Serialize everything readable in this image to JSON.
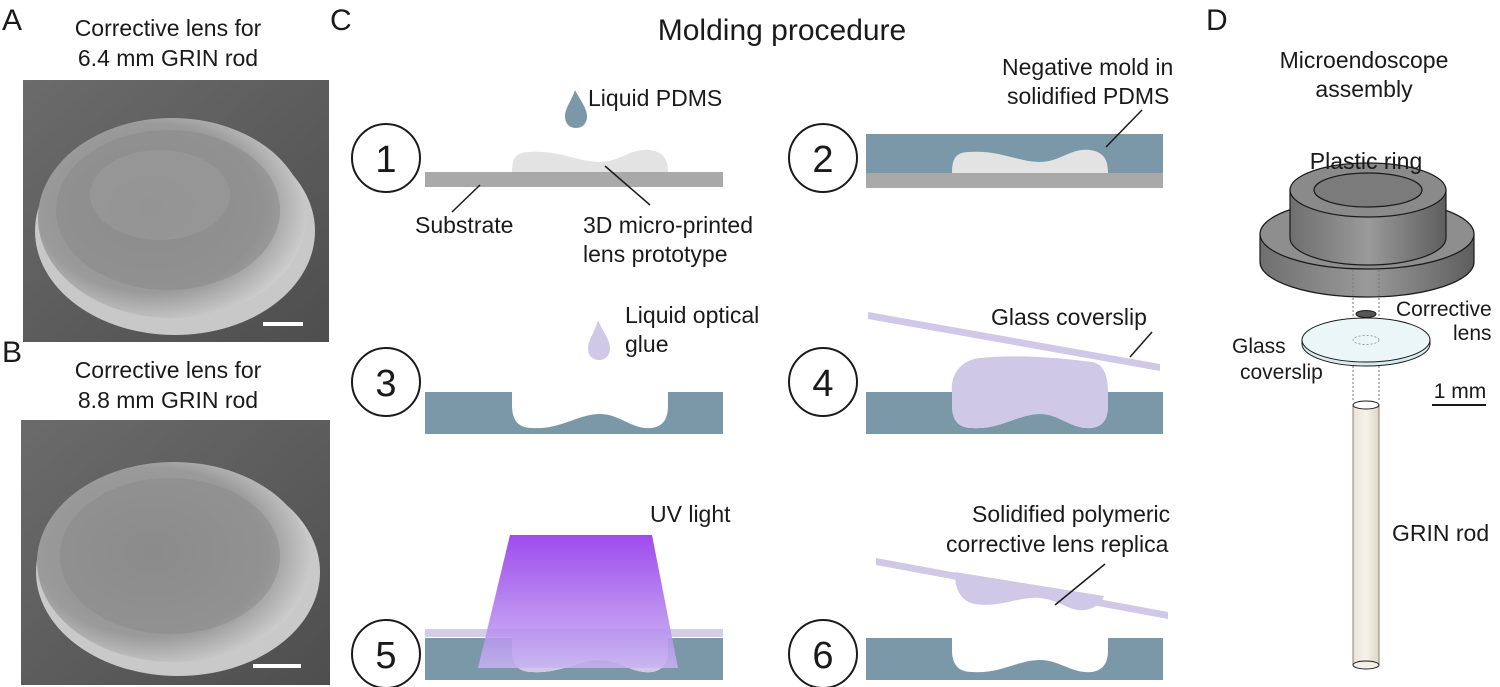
{
  "panels": {
    "a": {
      "letter": "A",
      "caption_line1": "Corrective lens for",
      "caption_line2": "6.4 mm GRIN rod"
    },
    "b": {
      "letter": "B",
      "caption_line1": "Corrective lens for",
      "caption_line2": "8.8 mm GRIN rod"
    },
    "c": {
      "letter": "C",
      "title": "Molding procedure",
      "steps": [
        {
          "number": "1",
          "labels": {
            "drop": "Liquid PDMS",
            "substrate": "Substrate",
            "proto_line1": "3D micro-printed",
            "proto_line2": "lens prototype"
          }
        },
        {
          "number": "2",
          "labels": {
            "mold_line1": "Negative mold in",
            "mold_line2": "solidified PDMS"
          }
        },
        {
          "number": "3",
          "labels": {
            "glue_line1": "Liquid optical",
            "glue_line2": "glue"
          }
        },
        {
          "number": "4",
          "labels": {
            "coverslip": "Glass coverslip"
          }
        },
        {
          "number": "5",
          "labels": {
            "uv": "UV light"
          }
        },
        {
          "number": "6",
          "labels": {
            "replica_line1": "Solidified polymeric",
            "replica_line2": "corrective lens replica"
          }
        }
      ]
    },
    "d": {
      "letter": "D",
      "title_line1": "Microendoscope",
      "title_line2": "assembly",
      "ring": "Plastic ring",
      "lens_line1": "Corrective",
      "lens_line2": "lens",
      "cover_line1": "Glass",
      "cover_line2": "coverslip",
      "scale": "1 mm",
      "rod": "GRIN rod"
    }
  },
  "colors": {
    "pdms": "#7a98a8",
    "substrate": "#a9a9a9",
    "prototype": "#e3e3e3",
    "glue": "#cfc8e6",
    "uv_top": "#8a2be2",
    "uv_bottom": "#c9b3f0",
    "sem_bg": "#5a5a5a"
  }
}
